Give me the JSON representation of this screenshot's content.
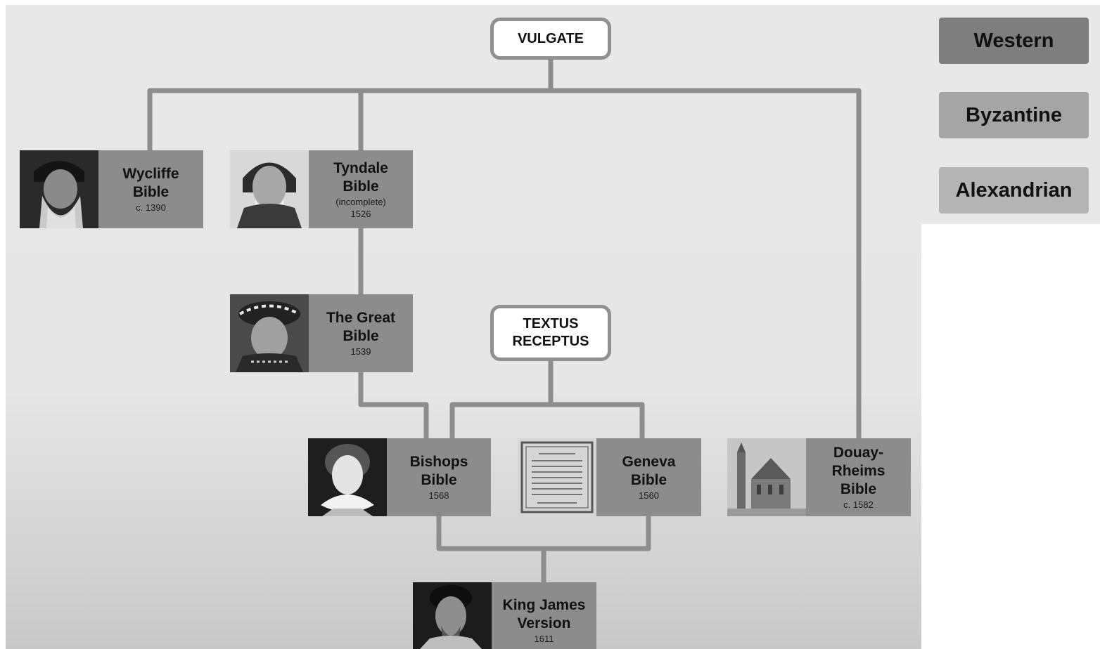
{
  "roots": {
    "vulgate": "VULGATE",
    "textus_receptus": "TEXTUS\nRECEPTUS"
  },
  "nodes": {
    "wycliffe": {
      "title": "Wycliffe\nBible",
      "date": "c. 1390"
    },
    "tyndale": {
      "title": "Tyndale\nBible",
      "note": "(incomplete)",
      "date": "1526"
    },
    "great": {
      "title": "The Great\nBible",
      "date": "1539"
    },
    "bishops": {
      "title": "Bishops\nBible",
      "date": "1568"
    },
    "geneva": {
      "title": "Geneva\nBible",
      "date": "1560"
    },
    "douay": {
      "title": "Douay-\nRheims\nBible",
      "date": "c. 1582"
    },
    "kjv": {
      "title": "King James\nVersion",
      "date": "1611"
    }
  },
  "legend": {
    "western": "Western",
    "byzantine": "Byzantine",
    "alexandrian": "Alexandrian"
  },
  "colors": {
    "western": "#7e7e7e",
    "byzantine": "#a5a5a5",
    "alexandrian": "#b4b4b4",
    "connector": "#8d8d8d",
    "node_label": "#8c8c8c"
  }
}
